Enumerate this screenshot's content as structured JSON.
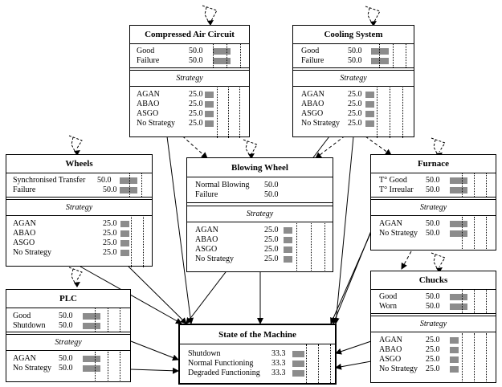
{
  "nodes": {
    "compressed_air": {
      "title": "Compressed Air Circuit",
      "states": [
        {
          "label": "Good",
          "value": "50.0",
          "p": 50
        },
        {
          "label": "Failure",
          "value": "50.0",
          "p": 50
        }
      ],
      "strategy_label": "Strategy",
      "strategy": [
        {
          "label": "AGAN",
          "value": "25.0",
          "p": 25
        },
        {
          "label": "ABAO",
          "value": "25.0",
          "p": 25
        },
        {
          "label": "ASGO",
          "value": "25.0",
          "p": 25
        },
        {
          "label": "No Strategy",
          "value": "25.0",
          "p": 25
        }
      ]
    },
    "cooling": {
      "title": "Cooling System",
      "states": [
        {
          "label": "Good",
          "value": "50.0",
          "p": 50
        },
        {
          "label": "Failure",
          "value": "50.0",
          "p": 50
        }
      ],
      "strategy_label": "Strategy",
      "strategy": [
        {
          "label": "AGAN",
          "value": "25.0",
          "p": 25
        },
        {
          "label": "ABAO",
          "value": "25.0",
          "p": 25
        },
        {
          "label": "ASGO",
          "value": "25.0",
          "p": 25
        },
        {
          "label": "No Strategy",
          "value": "25.0",
          "p": 25
        }
      ]
    },
    "wheels": {
      "title": "Wheels",
      "states": [
        {
          "label": "Synchronised Transfer",
          "value": "50.0",
          "p": 50
        },
        {
          "label": "Failure",
          "value": "50.0",
          "p": 50
        }
      ],
      "strategy_label": "Strategy",
      "strategy": [
        {
          "label": "AGAN",
          "value": "25.0",
          "p": 25
        },
        {
          "label": "ABAO",
          "value": "25.0",
          "p": 25
        },
        {
          "label": "ASGO",
          "value": "25.0",
          "p": 25
        },
        {
          "label": "No Strategy",
          "value": "25.0",
          "p": 25
        }
      ]
    },
    "blowing_wheel": {
      "title": "Blowing Wheel",
      "states": [
        {
          "label": "Normal Blowing",
          "value": "50.0",
          "p": 50
        },
        {
          "label": "Failure",
          "value": "50.0",
          "p": 50
        }
      ],
      "strategy_label": "Strategy",
      "strategy": [
        {
          "label": "AGAN",
          "value": "25.0",
          "p": 25
        },
        {
          "label": "ABAO",
          "value": "25.0",
          "p": 25
        },
        {
          "label": "ASGO",
          "value": "25.0",
          "p": 25
        },
        {
          "label": "No Strategy",
          "value": "25.0",
          "p": 25
        }
      ]
    },
    "furnace": {
      "title": "Furnace",
      "states": [
        {
          "label": "T° Good",
          "value": "50.0",
          "p": 50
        },
        {
          "label": "T° Irreular",
          "value": "50.0",
          "p": 50
        }
      ],
      "strategy_label": "Strategy",
      "strategy": [
        {
          "label": "AGAN",
          "value": "50.0",
          "p": 50
        },
        {
          "label": "No Strategy",
          "value": "50.0",
          "p": 50
        }
      ]
    },
    "plc": {
      "title": "PLC",
      "states": [
        {
          "label": "Good",
          "value": "50.0",
          "p": 50
        },
        {
          "label": "Shutdown",
          "value": "50.0",
          "p": 50
        }
      ],
      "strategy_label": "Strategy",
      "strategy": [
        {
          "label": "AGAN",
          "value": "50.0",
          "p": 50
        },
        {
          "label": "No Strategy",
          "value": "50.0",
          "p": 50
        }
      ]
    },
    "chucks": {
      "title": "Chucks",
      "states": [
        {
          "label": "Good",
          "value": "50.0",
          "p": 50
        },
        {
          "label": "Worn",
          "value": "50.0",
          "p": 50
        }
      ],
      "strategy_label": "Strategy",
      "strategy": [
        {
          "label": "AGAN",
          "value": "25.0",
          "p": 25
        },
        {
          "label": "ABAO",
          "value": "25.0",
          "p": 25
        },
        {
          "label": "ASGO",
          "value": "25.0",
          "p": 25
        },
        {
          "label": "No Strategy",
          "value": "25.0",
          "p": 25
        }
      ]
    },
    "machine": {
      "title": "State of the Machine",
      "states": [
        {
          "label": "Shutdown",
          "value": "33.3",
          "p": 33.3
        },
        {
          "label": "Normal  Functioning",
          "value": "33.3",
          "p": 33.3
        },
        {
          "label": "Degraded Functioning",
          "value": "33.3",
          "p": 33.3
        }
      ]
    }
  }
}
